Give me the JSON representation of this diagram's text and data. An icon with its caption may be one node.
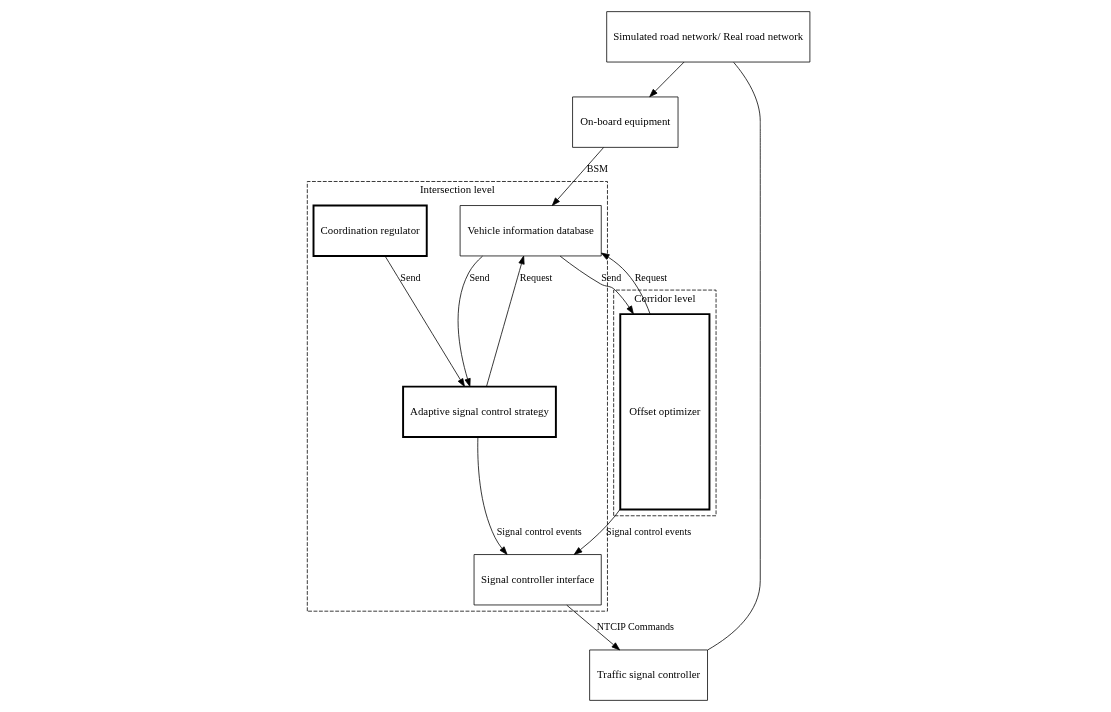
{
  "diagram": {
    "nodes": [
      {
        "text": [
          "Simulated road network/ Real road network"
        ]
      },
      {
        "text": [
          "On-board equipment"
        ]
      },
      {
        "text": [
          "Intersection level"
        ]
      },
      {
        "text": [
          "Vehicle information database"
        ],
        "in": 2
      },
      {
        "text": [
          "Adaptive signal control strategy"
        ],
        "in": 2
      },
      {
        "text": [
          "Coordination regulator"
        ],
        "in": 2
      },
      {
        "text": [
          "Signal controller interface"
        ],
        "in": 2
      },
      {
        "text": [
          "Corridor level"
        ]
      },
      {
        "text": [
          "Offset optimizer"
        ],
        "in": 7
      },
      {
        "text": [
          "Traffic signal controller"
        ]
      }
    ],
    "edges": [
      {
        "from": 0,
        "to": 1,
        "arrow": "to"
      },
      {
        "from": 1,
        "to": 3,
        "arrow": "to",
        "label": "BSM"
      },
      {
        "from": 3,
        "to": 8,
        "arrow": "to",
        "label": "Send"
      },
      {
        "from": 8,
        "to": 3,
        "arrow": "to",
        "label": "Request"
      },
      {
        "from": 3,
        "to": 4,
        "arrow": "to",
        "label": "Send"
      },
      {
        "from": 4,
        "to": 3,
        "arrow": "to",
        "label": "Request"
      },
      {
        "from": 5,
        "to": 4,
        "arrow": "to",
        "label": "Send"
      },
      {
        "from": 4,
        "to": 6,
        "arrow": "to",
        "label": "Signal control events"
      },
      {
        "from": 6,
        "to": 9,
        "arrow": "to",
        "label": "NTCIP Commands"
      },
      {
        "from": 8,
        "to": 6,
        "arrow": "to",
        "label": "Signal control events"
      },
      {
        "from": 9,
        "to": 0,
        "arrow": "none"
      }
    ]
  }
}
